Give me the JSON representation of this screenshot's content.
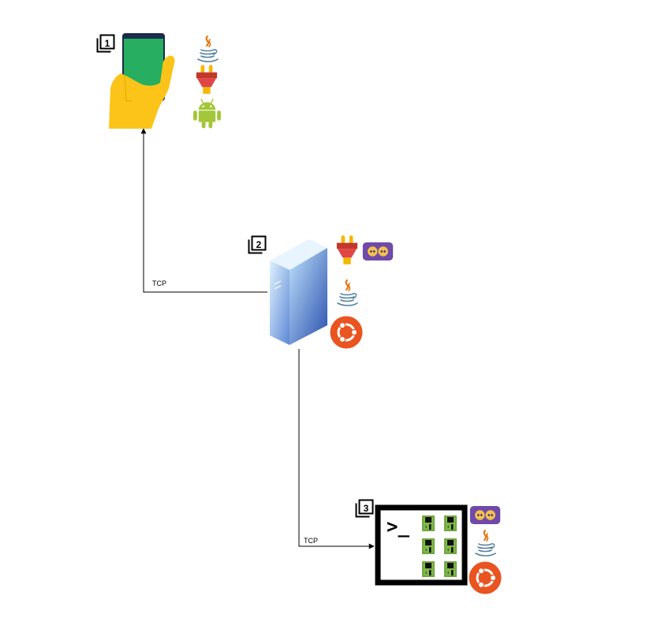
{
  "nodes": [
    {
      "id": "node-1",
      "badge": "1",
      "icons": [
        "java-icon",
        "plug-icon",
        "android-icon"
      ]
    },
    {
      "id": "node-2",
      "badge": "2",
      "icons": [
        "plug-icon",
        "socket-icon",
        "java-icon",
        "ubuntu-icon"
      ]
    },
    {
      "id": "node-3",
      "badge": "3",
      "icons": [
        "socket-icon",
        "java-icon",
        "ubuntu-icon"
      ]
    }
  ],
  "edges": [
    {
      "from": "node-2",
      "to": "node-1",
      "label": "TCP"
    },
    {
      "from": "node-2",
      "to": "node-3",
      "label": "TCP"
    }
  ],
  "terminal": {
    "prompt": ">_"
  },
  "colors": {
    "phone_screen": "#27ae60",
    "phone_body": "#1b2b4b",
    "hand": "#fcc419",
    "plug": "#e04646",
    "plug_prongs": "#f5b800",
    "socket": "#6f4aa8",
    "android": "#a4c639",
    "ubuntu": "#e95420",
    "java_cup": "#5382a1",
    "java_steam": "#e76f00",
    "server_light": "#a9d4f5",
    "server_dark": "#2c56b0",
    "chip": "#7fb84a"
  }
}
